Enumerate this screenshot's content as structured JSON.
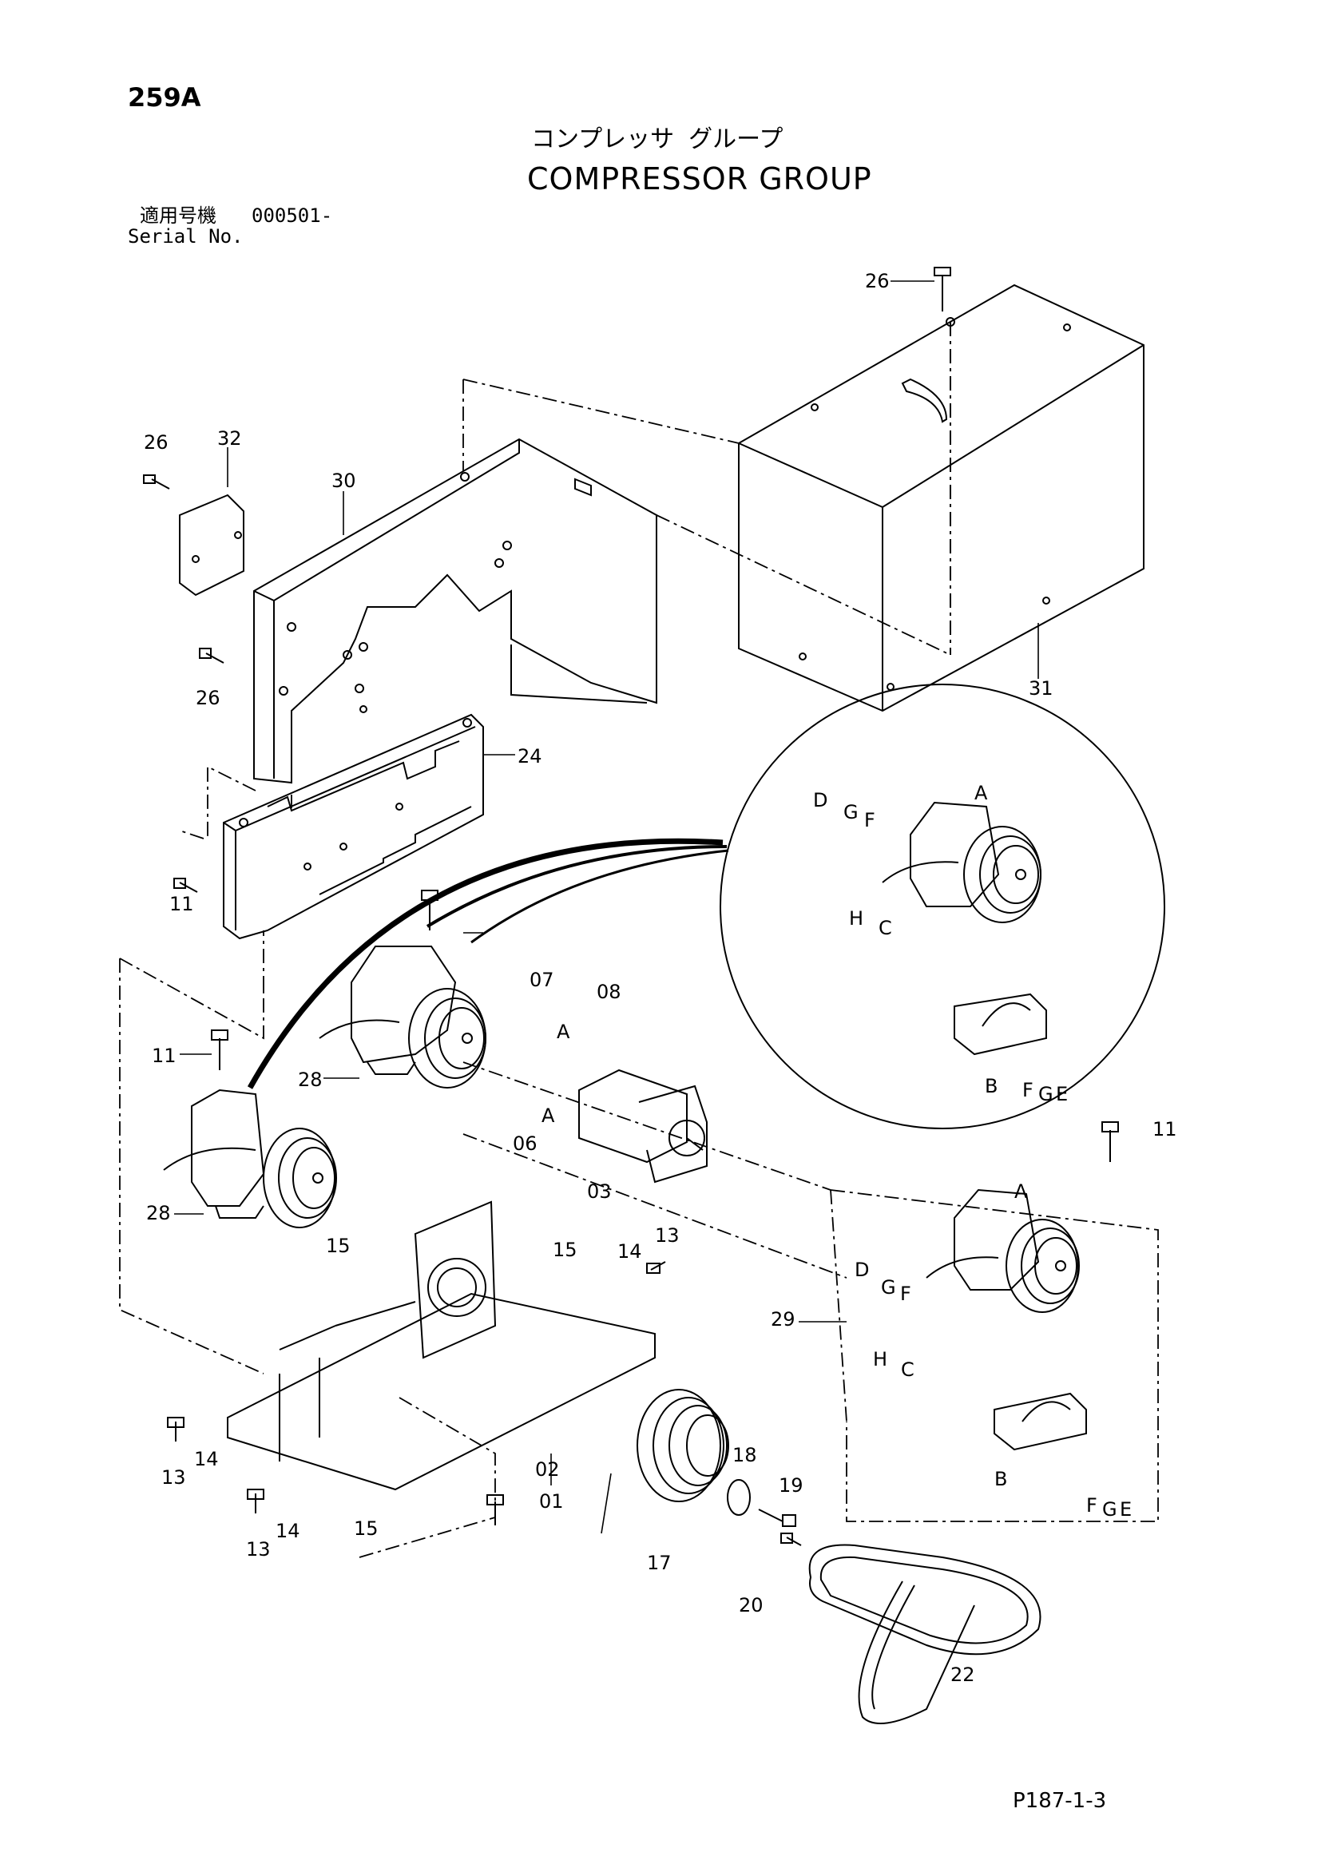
{
  "header": {
    "page_number": "259A",
    "title_jp": "コンプレッサ グループ",
    "title_en": "COMPRESSOR GROUP",
    "serial_label_jp": "適用号機",
    "serial_value": "000501-",
    "serial_label_en": "Serial No."
  },
  "footer": {
    "reference": "P187-1-3"
  },
  "callouts": [
    "26",
    "32",
    "30",
    "26",
    "24",
    "26",
    "11",
    "11",
    "07",
    "08",
    "A",
    "A",
    "06",
    "03",
    "28",
    "28",
    "31",
    "D",
    "G",
    "F",
    "A",
    "H",
    "C",
    "B",
    "F",
    "G",
    "E",
    "11",
    "A",
    "15",
    "15",
    "14",
    "13",
    "D",
    "G",
    "F",
    "29",
    "H",
    "C",
    "13",
    "14",
    "02",
    "01",
    "18",
    "19",
    "13",
    "14",
    "15",
    "17",
    "20",
    "B",
    "F",
    "G",
    "E",
    "22"
  ]
}
